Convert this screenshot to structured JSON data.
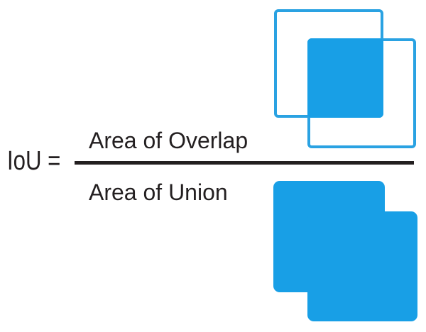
{
  "formula": {
    "lhs": "IoU =",
    "numerator": "Area of Overlap",
    "denominator": "Area of Union"
  },
  "colors": {
    "shape_fill": "#189fe6",
    "shape_stroke": "#2aa2e2",
    "text": "#231f20",
    "background": "#ffffff"
  },
  "diagram_icons": {
    "overlap_illustration": "two-overlapping-outlined-boxes-with-filled-intersection",
    "union_illustration": "two-overlapping-boxes-filled-solid"
  }
}
